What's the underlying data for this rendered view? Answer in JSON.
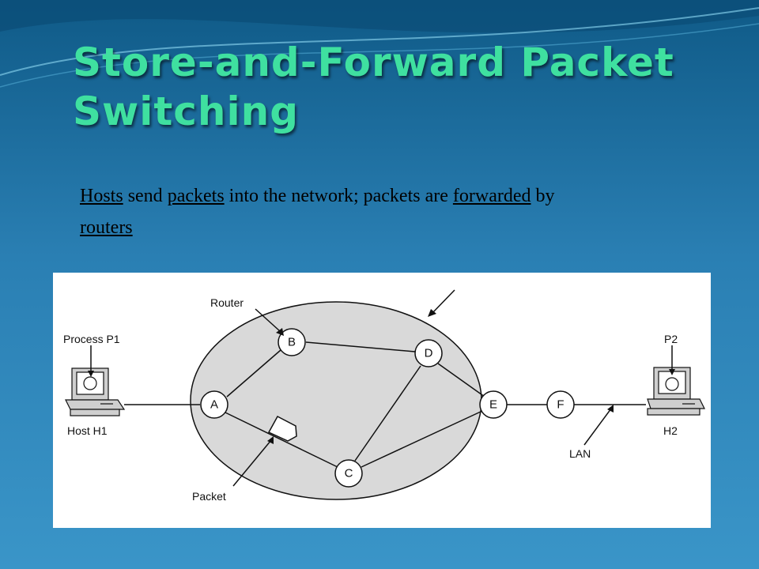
{
  "slide": {
    "title": "Store-and-Forward Packet Switching",
    "subtitle": {
      "w1": "Hosts",
      "t1": " send ",
      "w2": "packets",
      "t2": " into the network; packets are ",
      "w3": "forwarded",
      "t3": " by ",
      "w4": "routers"
    }
  },
  "diagram": {
    "labels": {
      "router": "Router",
      "process_p1": "Process P1",
      "host_h1": "Host H1",
      "packet": "Packet",
      "p2": "P2",
      "h2": "H2",
      "lan": "LAN"
    },
    "nodes": {
      "A": "A",
      "B": "B",
      "C": "C",
      "D": "D",
      "E": "E",
      "F": "F"
    }
  }
}
